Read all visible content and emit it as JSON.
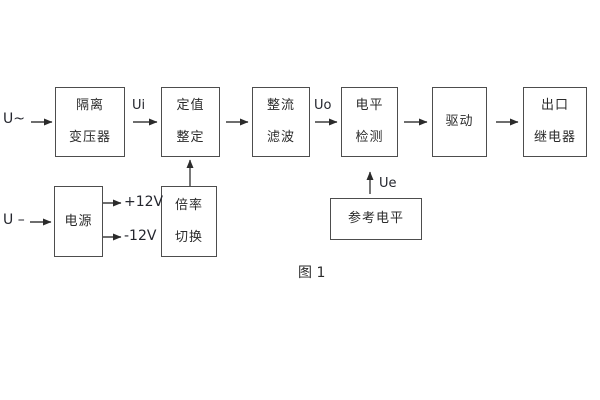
{
  "figure": {
    "caption": "图 1",
    "colors": {
      "background": "#ffffff",
      "line": "#3f3f3f",
      "box_border": "#4d4d4d",
      "text": "#2b2b2b"
    }
  },
  "blocks": {
    "isolation_transformer": {
      "label": "隔离\n变压器"
    },
    "value_setting": {
      "label": "定值\n整定"
    },
    "rectifier_filter": {
      "label": "整流\n滤波"
    },
    "level_detection": {
      "label": "电平\n检测"
    },
    "drive": {
      "label": "驱动"
    },
    "output_relay": {
      "label": "出口\n继电器"
    },
    "power_supply": {
      "label": "电源"
    },
    "multiplier_switch": {
      "label": "倍率\n切换"
    },
    "reference_level": {
      "label": "参考电平"
    }
  },
  "signals": {
    "input_ac": "U~",
    "input_dc": "U –",
    "ui": "Ui",
    "uo": "Uo",
    "ue": "Ue",
    "plus_12v": "+12V",
    "minus_12v": "-12V"
  }
}
